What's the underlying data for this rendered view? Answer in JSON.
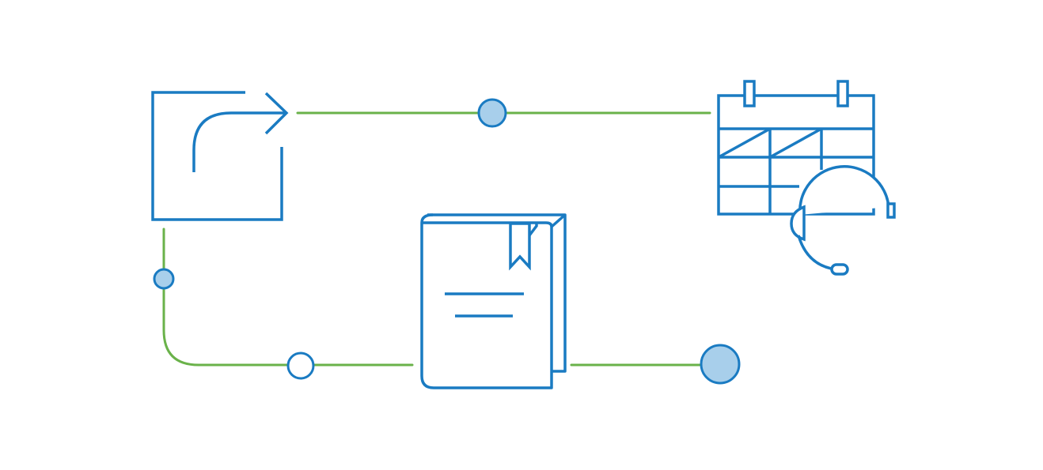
{
  "diagram": {
    "colors": {
      "background": "#ffffff",
      "icon_stroke": "#1a7bc2",
      "connector": "#6ab24a",
      "node_fill": "#a8cfeb",
      "node_fill_empty": "#ffffff"
    },
    "icons": [
      "share-arrow-icon",
      "calendar-icon",
      "headset-icon",
      "book-icon",
      "bookmark-icon"
    ],
    "connectors": [
      "connector-top",
      "connector-left",
      "connector-bottom-left",
      "connector-bottom-right"
    ],
    "nodes": [
      {
        "name": "node-top-filled",
        "filled": true
      },
      {
        "name": "node-left-filled",
        "filled": true
      },
      {
        "name": "node-bottom-empty",
        "filled": false
      },
      {
        "name": "node-right-filled",
        "filled": true
      }
    ]
  }
}
